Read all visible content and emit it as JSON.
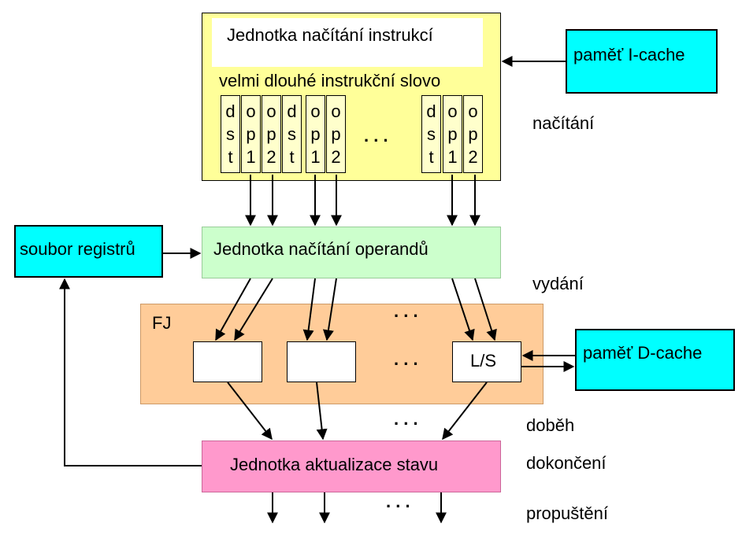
{
  "fetch_unit": {
    "title": "Jednotka načítání instrukcí",
    "subtitle": "velmi dlouhé instrukční slovo",
    "slots": [
      [
        "d",
        "s",
        "t"
      ],
      [
        "o",
        "p",
        "1"
      ],
      [
        "o",
        "p",
        "2"
      ],
      [
        "d",
        "s",
        "t"
      ],
      [
        "o",
        "p",
        "1"
      ],
      [
        "o",
        "p",
        "2"
      ],
      [
        "d",
        "s",
        "t"
      ],
      [
        "o",
        "p",
        "1"
      ],
      [
        "o",
        "p",
        "2"
      ]
    ],
    "ellipsis": ". . ."
  },
  "icache": {
    "label": "paměť I-cache"
  },
  "register_file": {
    "label": "soubor registrů"
  },
  "operand_unit": {
    "label": "Jednotka načítání operandů"
  },
  "fj": {
    "label": "FJ",
    "ls_label": "L/S",
    "ellipsis_top": ". . .",
    "ellipsis_mid": ". . ."
  },
  "dcache": {
    "label": "paměť D-cache"
  },
  "update_unit": {
    "label": "Jednotka aktualizace stavu"
  },
  "ellipsis_below_fj": ". . .",
  "ellipsis_bottom": ". . .",
  "stages": {
    "fetch": "načítání",
    "issue": "vydání",
    "execute": "doběh",
    "complete": "dokončení",
    "retire": "propuštění"
  },
  "colors": {
    "fetch_bg": "#ffff99",
    "cache_bg": "#00ffff",
    "operand_bg": "#ccffcc",
    "fj_bg": "#ffcc99",
    "update_bg": "#ff99cc"
  }
}
